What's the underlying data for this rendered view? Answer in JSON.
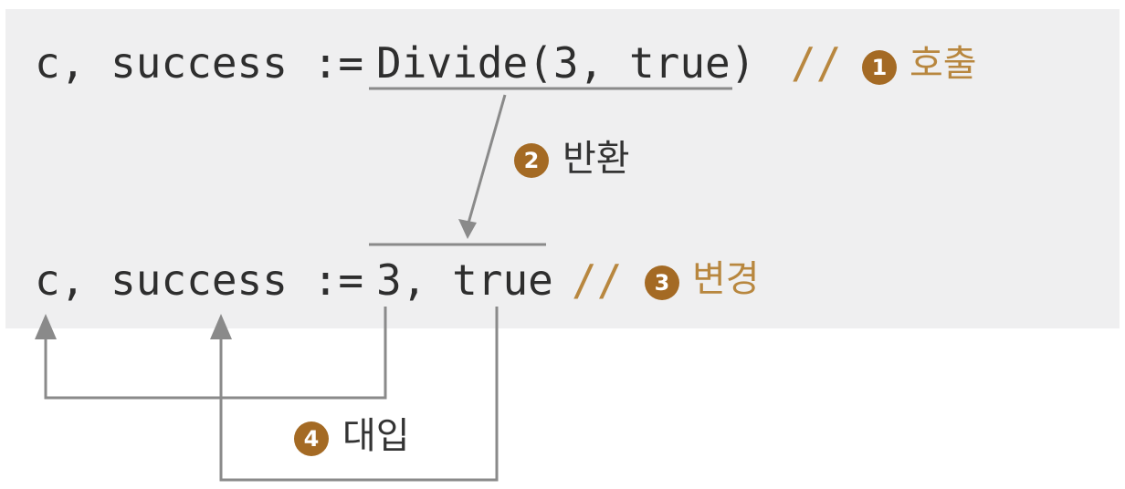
{
  "line1": {
    "lhs": "c, success := ",
    "call": "Divide(3, true)",
    "comment": "//"
  },
  "line2": {
    "lhs": "c, success := ",
    "values": "3, true",
    "comment": "//"
  },
  "annotations": [
    {
      "number": "1",
      "label": "호출"
    },
    {
      "number": "2",
      "label": "반환"
    },
    {
      "number": "3",
      "label": "변경"
    },
    {
      "number": "4",
      "label": "대입"
    }
  ],
  "colors": {
    "panel_bg": "#efeff0",
    "code_text": "#2e2e2e",
    "comment_text": "#b8873f",
    "badge_bg": "#a46a24",
    "badge_text": "#ffffff",
    "label_text": "#b8873f",
    "label_text_dark": "#333333",
    "arrow": "#8a8a8a"
  },
  "icons": {
    "arrow_head": "arrow-head-icon"
  }
}
